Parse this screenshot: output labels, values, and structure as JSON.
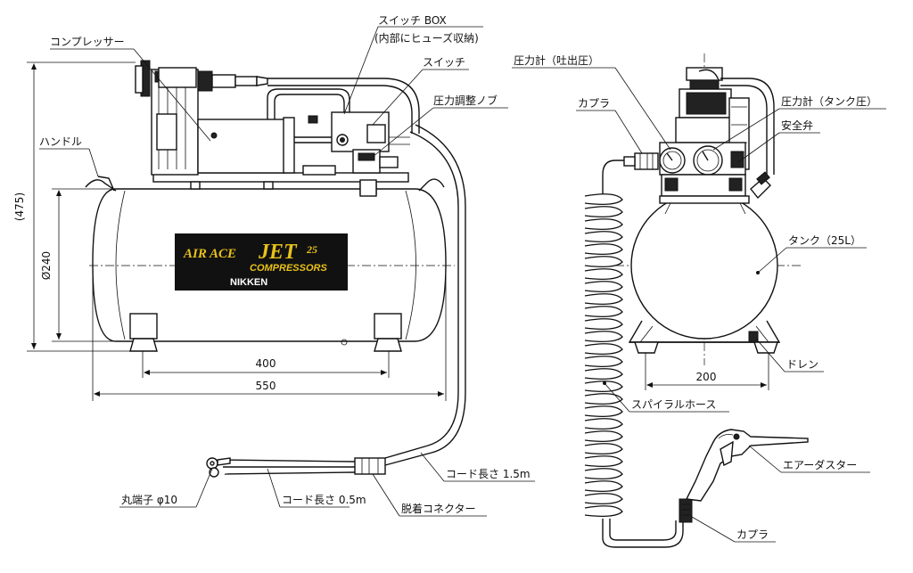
{
  "labels": {
    "switch_box_1": "スイッチ BOX",
    "switch_box_2": "(内部にヒューズ収納)",
    "compressor": "コンプレッサー",
    "switch": "スイッチ",
    "pressure_knob": "圧力調整ノブ",
    "handle": "ハンドル",
    "pressure_gauge_out": "圧力計（吐出圧）",
    "coupler_top": "カプラ",
    "pressure_gauge_tank": "圧力計（タンク圧）",
    "safety_valve": "安全弁",
    "tank": "タンク（25L）",
    "drain": "ドレン",
    "spiral_hose": "スパイラルホース",
    "air_duster": "エアーダスター",
    "coupler_bottom": "カプラ",
    "cord_15": "コード長さ 1.5m",
    "cord_05": "コード長さ 0.5m",
    "terminal": "丸端子 φ10",
    "connector": "脱着コネクター"
  },
  "dimensions": {
    "height": "(475)",
    "diameter": "Ø240",
    "leg_span": "400",
    "length": "550",
    "side_width": "200"
  },
  "logo": {
    "line1": "AIR ACE",
    "line2": "JET",
    "line3": "25",
    "line4": "COMPRESSORS",
    "line5": "NIKKEN"
  },
  "colors": {
    "logo_bg": "#111111",
    "logo_text": "#e8c21a"
  }
}
